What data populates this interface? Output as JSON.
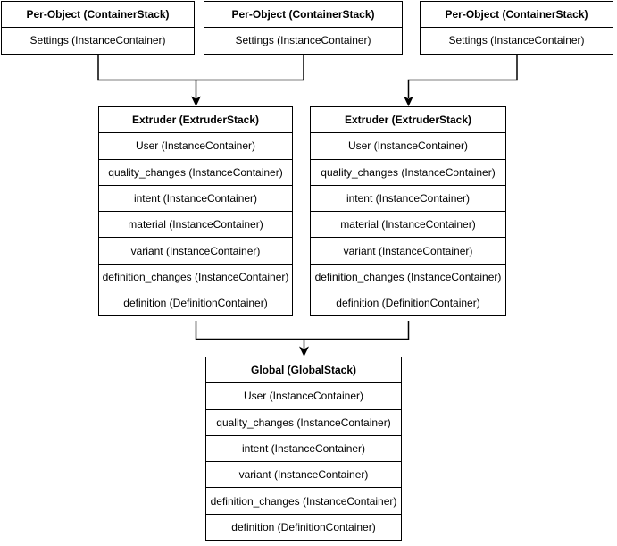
{
  "diagram": {
    "background": "#ffffff",
    "stroke_color": "#000000",
    "text_color": "#000000",
    "per_object_stacks": [
      {
        "title": "Per-Object (ContainerStack)",
        "rows": [
          "Settings (InstanceContainer)"
        ]
      },
      {
        "title": "Per-Object (ContainerStack)",
        "rows": [
          "Settings (InstanceContainer)"
        ]
      },
      {
        "title": "Per-Object (ContainerStack)",
        "rows": [
          "Settings (InstanceContainer)"
        ]
      }
    ],
    "extruder_stacks": [
      {
        "title": "Extruder (ExtruderStack)",
        "rows": [
          "User (InstanceContainer)",
          "quality_changes (InstanceContainer)",
          "intent (InstanceContainer)",
          "material (InstanceContainer)",
          "variant (InstanceContainer)",
          "definition_changes (InstanceContainer)",
          "definition (DefinitionContainer)"
        ]
      },
      {
        "title": "Extruder (ExtruderStack)",
        "rows": [
          "User (InstanceContainer)",
          "quality_changes (InstanceContainer)",
          "intent (InstanceContainer)",
          "material (InstanceContainer)",
          "variant (InstanceContainer)",
          "definition_changes (InstanceContainer)",
          "definition (DefinitionContainer)"
        ]
      }
    ],
    "global_stack": {
      "title": "Global (GlobalStack)",
      "rows": [
        "User (InstanceContainer)",
        "quality_changes (InstanceContainer)",
        "intent (InstanceContainer)",
        "variant (InstanceContainer)",
        "definition_changes (InstanceContainer)",
        "definition (DefinitionContainer)"
      ]
    }
  }
}
